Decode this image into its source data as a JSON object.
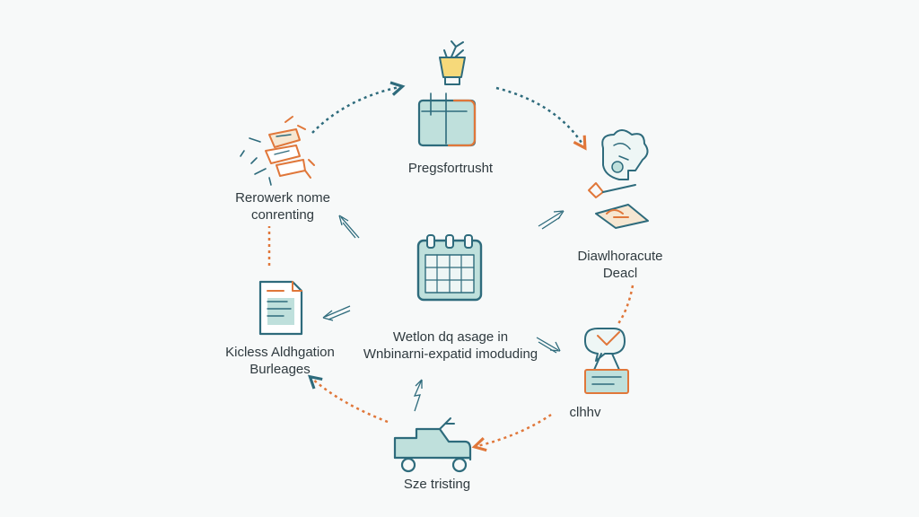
{
  "colors": {
    "teal": "#2e6b7c",
    "teal_fill": "#bfe0dc",
    "orange": "#e0773a",
    "text": "#2f3a3f",
    "background": "#f7f9f9"
  },
  "nodes": [
    {
      "id": "top",
      "icon": "plant-in-box-icon",
      "lines": [
        "Pregsfortrusht"
      ]
    },
    {
      "id": "right-upper",
      "icon": "head-and-document-icon",
      "lines": [
        "Diawlhoracute",
        "Deacl"
      ]
    },
    {
      "id": "right-lower",
      "icon": "speech-bubble-on-stand-icon",
      "lines": [
        "clhhv"
      ]
    },
    {
      "id": "bottom",
      "icon": "truck-icon",
      "lines": [
        "Sze tristing"
      ]
    },
    {
      "id": "left-lower",
      "icon": "document-icon",
      "lines": [
        "Kicless Aldhgation",
        "Burleages"
      ]
    },
    {
      "id": "left-upper",
      "icon": "scattered-paper-icon",
      "lines": [
        "Rerowerk nome",
        "conrenting"
      ]
    }
  ],
  "center": {
    "icon": "calendar-grid-icon",
    "lines": [
      "Wetlon dq asage in",
      "Wnbinarni-expatid imoduding"
    ]
  }
}
